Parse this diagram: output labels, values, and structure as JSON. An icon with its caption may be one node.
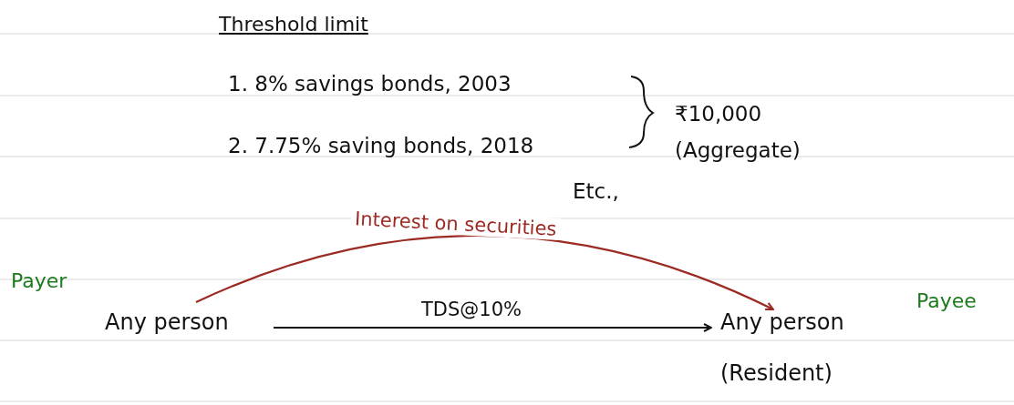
{
  "diagram": {
    "title": "Threshold limit",
    "nodes": [
      {
        "text": [
          "Any person"
        ],
        "beside": [
          "Payer"
        ]
      },
      {
        "text": [
          "Any person",
          "(Resident)"
        ],
        "beside": [
          "Payee"
        ]
      }
    ],
    "edges": [
      {
        "from": 0,
        "to": 1,
        "arrow": "to",
        "label": "Interest on securities",
        "color": "#9b2a22"
      },
      {
        "from": 0,
        "to": 1,
        "arrow": "to",
        "label": "TDS@10%",
        "color": "#111111"
      }
    ],
    "labels": [
      "1. 8% savings bonds, 2003",
      "2. 7.75% saving bonds, 2018",
      "₹10,000 (Aggregate)",
      "Etc.,"
    ]
  }
}
